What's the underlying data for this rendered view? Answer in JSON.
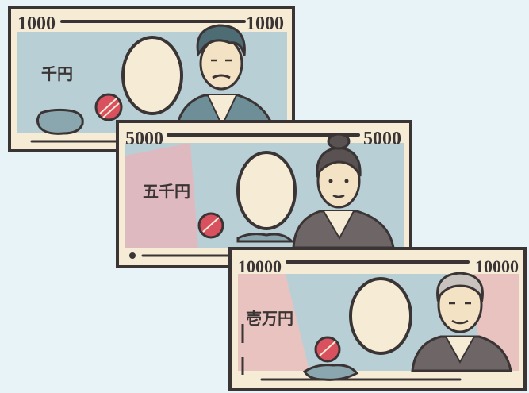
{
  "scene": {
    "background": "#e7f3f7",
    "ink": "#3a3434",
    "paper": "#f6ecd6"
  },
  "notes": [
    {
      "denomination": "1000",
      "label": "千円",
      "base_color": "#b9cfd6",
      "accent_color": "#8aa7af",
      "seal_color": "#d9505f",
      "portrait": "man-with-mustache-portrait-icon"
    },
    {
      "denomination": "5000",
      "label": "五千円",
      "base_color": "#b9cfd6",
      "accent_color": "#dfb9c0",
      "seal_color": "#d9505f",
      "portrait": "woman-with-hair-bun-portrait-icon"
    },
    {
      "denomination": "10000",
      "label": "壱万円",
      "base_color": "#b9cfd6",
      "accent_color": "#e9c3bf",
      "seal_color": "#d9505f",
      "portrait": "old-man-portrait-icon"
    }
  ]
}
